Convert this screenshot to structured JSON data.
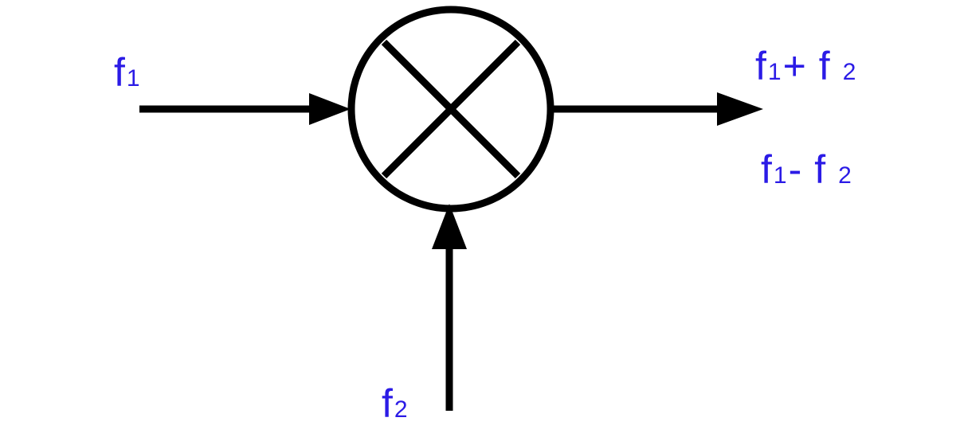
{
  "colors": {
    "stroke": "#000000",
    "label": "#2b1be6",
    "background": "#ffffff"
  },
  "mixer": {
    "symbol": "circle-cross-icon"
  },
  "inputs": {
    "f1": {
      "base": "f",
      "sub": "1"
    },
    "f2": {
      "base": "f",
      "sub": "2"
    }
  },
  "outputs": {
    "sum": {
      "a_base": "f",
      "a_sub": "1",
      "op": "+",
      "b_base": "f",
      "b_sub": "2"
    },
    "difference": {
      "a_base": "f",
      "a_sub": "1",
      "op": "-",
      "b_base": "f",
      "b_sub": "2"
    }
  }
}
